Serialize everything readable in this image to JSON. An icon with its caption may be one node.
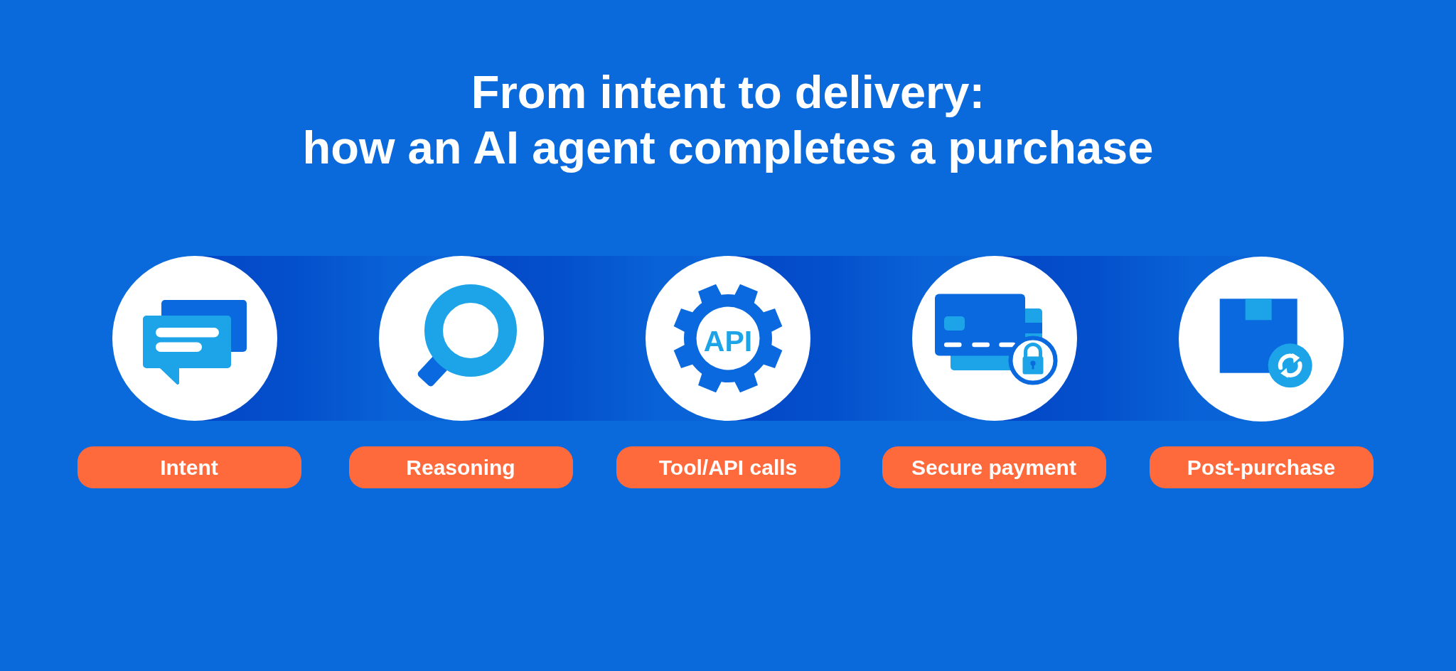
{
  "diagram": {
    "title": "From intent to delivery: how an AI agent completes a purchase",
    "nodes": [
      {
        "text": [
          "Intent"
        ]
      },
      {
        "text": [
          "Reasoning"
        ]
      },
      {
        "text": [
          "Tool/API calls"
        ]
      },
      {
        "text": [
          "Secure payment"
        ]
      },
      {
        "text": [
          "Post-purchase"
        ]
      }
    ],
    "labels": [
      "API"
    ]
  }
}
